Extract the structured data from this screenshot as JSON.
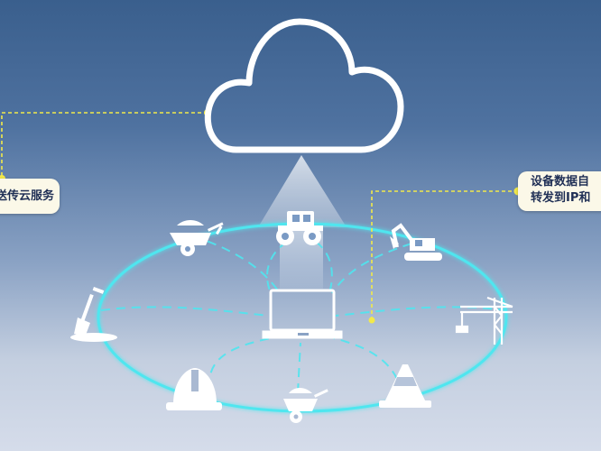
{
  "callouts": {
    "left": {
      "text": "送传云服务"
    },
    "right": {
      "line1": "设备数据自",
      "line2": "转发到IP和"
    }
  },
  "colors": {
    "ring": "#4fe6ef",
    "connector": "#f2e94a",
    "callout_bg": "#fbf8e8",
    "callout_text": "#1f2f55",
    "icon": "#ffffff"
  },
  "icons": [
    "cloud-icon",
    "wheelbarrow-icon",
    "road-roller-icon",
    "excavator-icon",
    "shovel-icon",
    "laptop-icon",
    "tower-crane-icon",
    "hard-hat-icon",
    "traffic-cone-icon"
  ]
}
